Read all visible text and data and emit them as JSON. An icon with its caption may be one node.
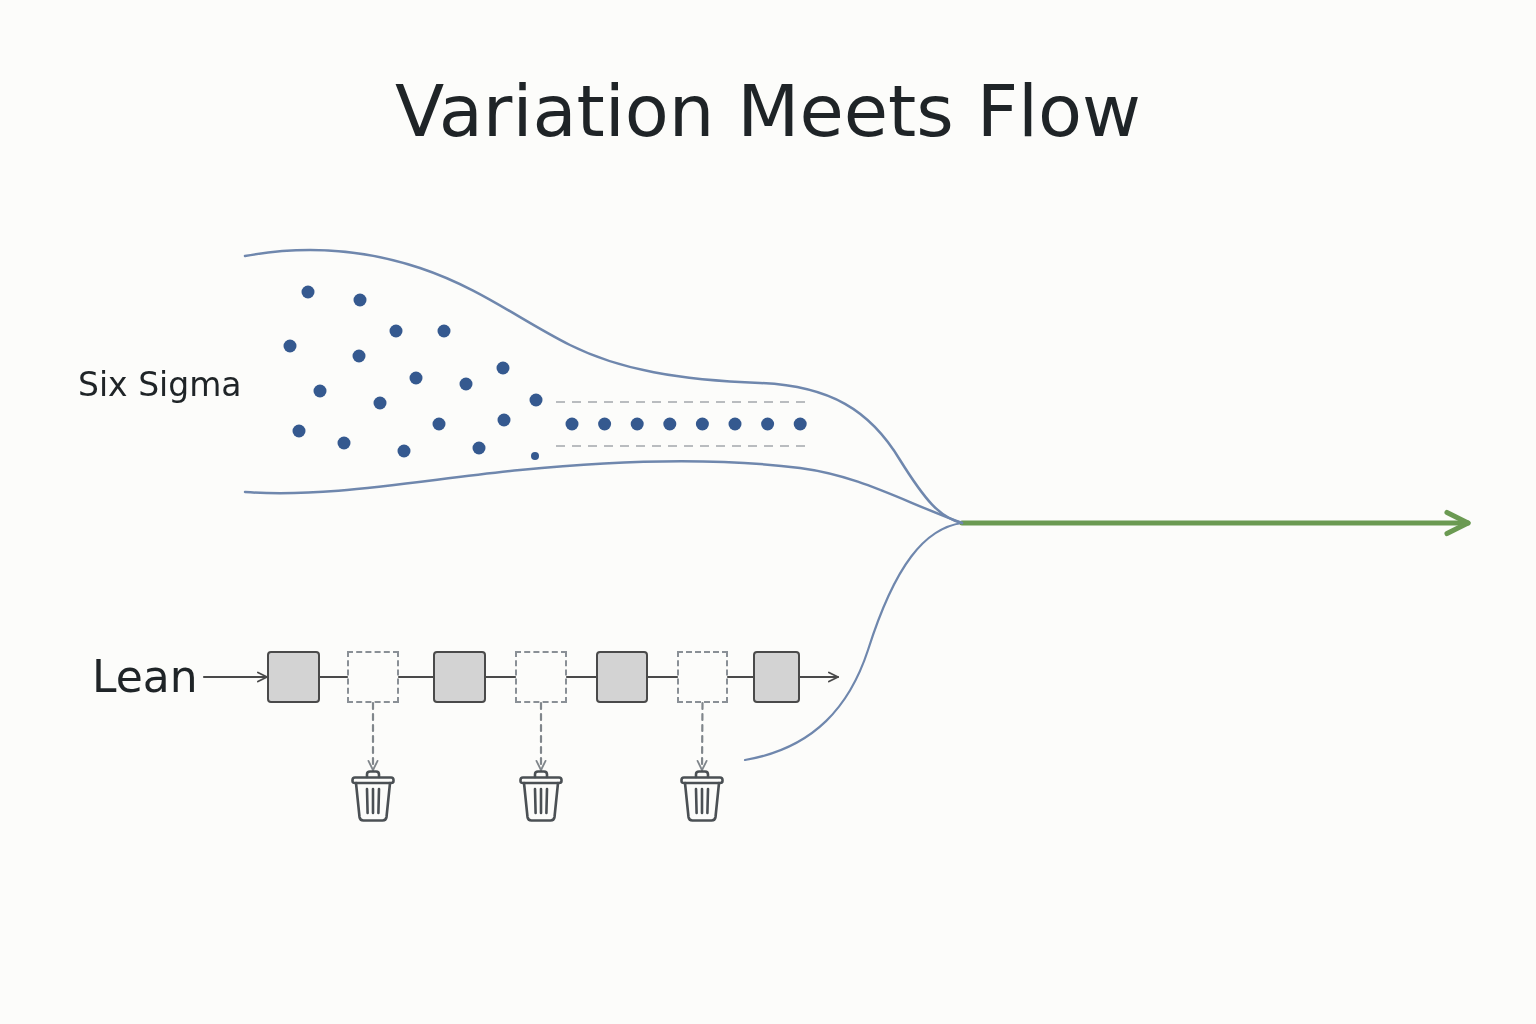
{
  "diagram": {
    "title": "Variation Meets Flow",
    "nodes": [
      {
        "text": [
          "Six Sigma"
        ]
      },
      {
        "text": [
          "Lean"
        ]
      },
      {
        "text": [],
        "shape": "box"
      },
      {
        "text": [],
        "shape": "box"
      },
      {
        "text": [],
        "shape": "box"
      },
      {
        "text": [],
        "shape": "box"
      },
      {
        "text": [],
        "shape": "box"
      },
      {
        "text": [],
        "shape": "box"
      },
      {
        "text": [],
        "shape": "box"
      },
      {
        "text": [],
        "shape": "picture"
      },
      {
        "text": [],
        "shape": "picture"
      },
      {
        "text": [],
        "shape": "picture"
      }
    ],
    "edges": [
      {
        "from": 1,
        "to": 2,
        "arrow": "to"
      },
      {
        "from": 2,
        "to": 3,
        "arrow": "none"
      },
      {
        "from": 3,
        "to": 4,
        "arrow": "none"
      },
      {
        "from": 4,
        "to": 5,
        "arrow": "none"
      },
      {
        "from": 5,
        "to": 6,
        "arrow": "none"
      },
      {
        "from": 6,
        "to": 7,
        "arrow": "none"
      },
      {
        "from": 7,
        "to": 8,
        "arrow": "none"
      },
      {
        "from": 8,
        "to": null,
        "arrow": "to"
      },
      {
        "from": 3,
        "to": 9,
        "arrow": "to",
        "style": "dashed",
        "color": "#80868b"
      },
      {
        "from": 5,
        "to": 10,
        "arrow": "to",
        "style": "dashed",
        "color": "#80868b"
      },
      {
        "from": 7,
        "to": 11,
        "arrow": "to",
        "style": "dashed",
        "color": "#80868b"
      },
      {
        "from": null,
        "to": 0,
        "arrow": "none",
        "color": "#6f87ad"
      },
      {
        "from": 0,
        "to": null,
        "arrow": "to",
        "style": "thick",
        "color": "#6b9a52"
      }
    ]
  }
}
